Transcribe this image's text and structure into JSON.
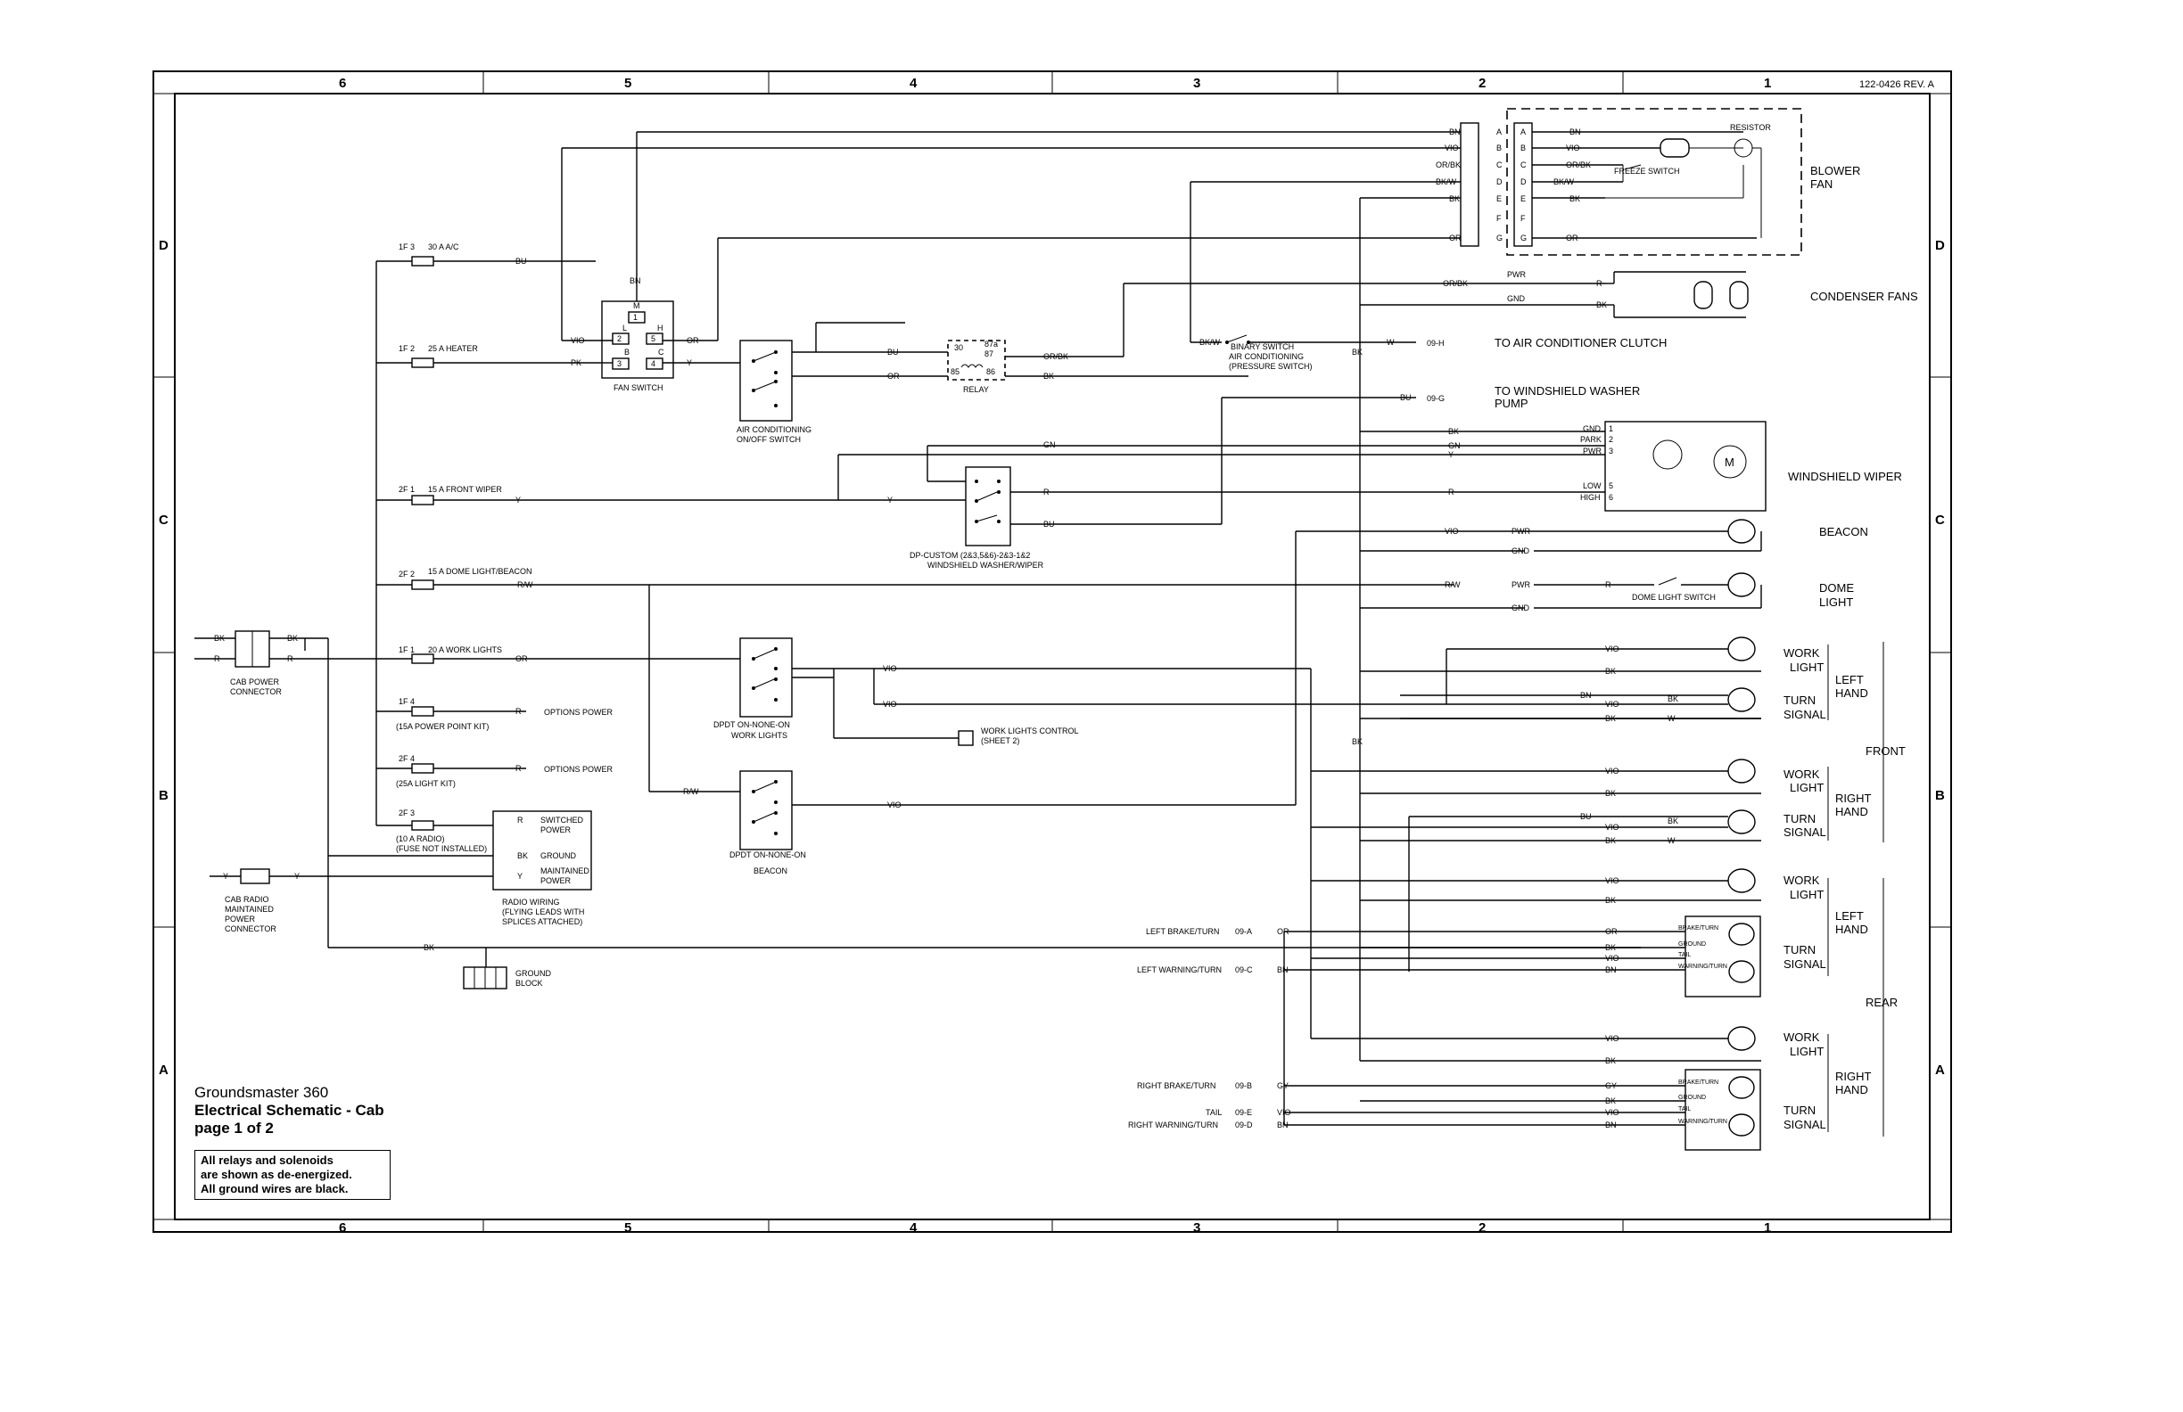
{
  "sheet": {
    "part_number": "122-0426 REV. A",
    "col_labels": [
      "6",
      "5",
      "4",
      "3",
      "2",
      "1"
    ],
    "row_labels": [
      "D",
      "C",
      "B",
      "A"
    ]
  },
  "title_block": {
    "machine": "Groundsmaster 360",
    "title": "Electrical Schematic - Cab",
    "page": "page 1 of 2",
    "notes": [
      "All relays and solenoids",
      "are shown as de-energized.",
      "All ground wires are black."
    ]
  },
  "fuses": [
    {
      "id": "1F 3",
      "rating": "30 A  A/C"
    },
    {
      "id": "1F 2",
      "rating": "25 A  HEATER"
    },
    {
      "id": "2F 1",
      "rating": "15 A  FRONT WIPER"
    },
    {
      "id": "2F 2",
      "rating": "15 A  DOME LIGHT/BEACON"
    },
    {
      "id": "1F 1",
      "rating": "20 A  WORK LIGHTS"
    },
    {
      "id": "1F 4",
      "rating": "(15A POWER POINT  KIT)"
    },
    {
      "id": "2F 4",
      "rating": "(25A LIGHT KIT)"
    },
    {
      "id": "2F 3",
      "rating": "(10 A  RADIO)",
      "note": "(FUSE NOT INSTALLED)"
    }
  ],
  "options_power": "OPTIONS POWER",
  "connectors": {
    "cab_power": [
      "CAB POWER",
      "CONNECTOR"
    ],
    "cab_radio": [
      "CAB RADIO",
      "MAINTAINED",
      "POWER",
      "CONNECTOR"
    ],
    "ground_block": [
      "GROUND",
      "BLOCK"
    ]
  },
  "radio": {
    "pins": [
      "SWITCHED",
      "POWER",
      "GROUND",
      "MAINTAINED",
      "POWER"
    ],
    "label": [
      "RADIO WIRING",
      "(FLYING LEADS WITH",
      "SPLICES ATTACHED)"
    ]
  },
  "switches": {
    "fan_switch": "FAN SWITCH",
    "fan_pins": [
      "M",
      "L",
      "H",
      "B",
      "C"
    ],
    "fan_pin_nums": [
      "1",
      "2",
      "5",
      "3",
      "4"
    ],
    "ac_switch": [
      "AIR CONDITIONING",
      "ON/OFF SWITCH"
    ],
    "relay": "RELAY",
    "relay_pins": [
      "30",
      "87a",
      "87",
      "85",
      "86"
    ],
    "wiper_switch": [
      "DP-CUSTOM (2&3,5&6)-2&3-1&2",
      "WINDSHIELD WASHER/WIPER"
    ],
    "work_lights": [
      "DPDT ON-NONE-ON",
      "WORK LIGHTS"
    ],
    "beacon": [
      "DPDT ON-NONE-ON",
      "BEACON"
    ],
    "work_lights_control": [
      "WORK LIGHTS CONTROL",
      "(SHEET 2)"
    ],
    "binary": [
      "BINARY SWITCH",
      "AIR CONDITIONING",
      "(PRESSURE SWITCH)"
    ],
    "freeze": "FREEZE SWITCH",
    "dome": "DOME LIGHT SWITCH"
  },
  "blower": {
    "pins": [
      "A",
      "B",
      "C",
      "D",
      "E",
      "F",
      "G"
    ],
    "wires": [
      "BN",
      "VIO",
      "OR/BK",
      "BK/W",
      "BK",
      "",
      "OR"
    ],
    "resistor": "RESISTOR",
    "label": [
      "BLOWER",
      "FAN"
    ]
  },
  "wire_codes": {
    "bu": "BU",
    "pk": "PK",
    "y": "Y",
    "rw": "R/W",
    "or": "OR",
    "r": "R",
    "bk": "BK",
    "vio": "VIO",
    "bn": "BN",
    "gn": "GN",
    "w": "W",
    "gy": "GY",
    "bkw": "BK/W",
    "orbk": "OR/BK",
    "pwr": "PWR",
    "gnd": "GND",
    "park": "PARK",
    "low": "LOW",
    "high": "HIGH"
  },
  "destinations": {
    "clutch_conn": "09-H",
    "clutch": "TO AIR CONDITIONER CLUTCH",
    "washer_conn": "09-G",
    "washer": [
      "TO WINDSHIELD WASHER",
      "PUMP"
    ],
    "condenser": "CONDENSER FANS",
    "wiper": "WINDSHIELD WIPER",
    "beacon": "BEACON",
    "dome": [
      "DOME",
      "LIGHT"
    ]
  },
  "wiper_pins": [
    "GND",
    "PARK",
    "PWR",
    "LOW",
    "HIGH",
    "1",
    "2",
    "3",
    "5",
    "6"
  ],
  "lights": {
    "work_light": [
      "WORK",
      "LIGHT"
    ],
    "turn_signal": [
      "TURN",
      "SIGNAL"
    ],
    "left_hand": [
      "LEFT",
      "HAND"
    ],
    "right_hand": [
      "RIGHT",
      "HAND"
    ],
    "front": "FRONT",
    "rear": "REAR",
    "rear_pins": [
      "BRAKE/TURN",
      "GROUND",
      "TAIL",
      "WARNING/TURN"
    ]
  },
  "rear_inputs": {
    "left_brake": "LEFT BRAKE/TURN",
    "left_brake_conn": "09-A",
    "left_warning": "LEFT WARNING/TURN",
    "left_warning_conn": "09-C",
    "right_brake": "RIGHT BRAKE/TURN",
    "right_brake_conn": "09-B",
    "tail": "TAIL",
    "tail_conn": "09-E",
    "right_warning": "RIGHT WARNING/TURN",
    "right_warning_conn": "09-D"
  }
}
